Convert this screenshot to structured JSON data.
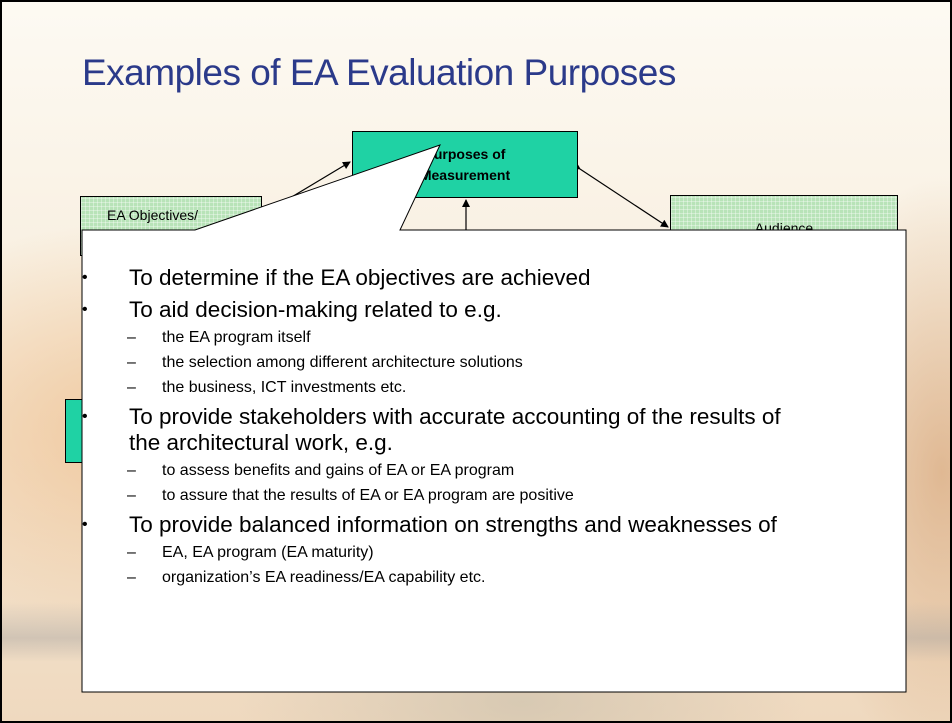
{
  "slide": {
    "title": "Examples of EA Evaluation Purposes"
  },
  "diagram": {
    "purposes_line1": "Purposes of",
    "purposes_line2": "Measurement",
    "objectives_label": "EA Objectives/",
    "audience_label": "Audience"
  },
  "callout": {
    "items": [
      {
        "text": "To determine if the EA objectives are achieved",
        "subitems": []
      },
      {
        "text": "To aid decision-making related to e.g.",
        "subitems": [
          "the EA program itself",
          "the selection among different architecture solutions",
          "the business, ICT investments etc."
        ]
      },
      {
        "text_line1": "To provide stakeholders with accurate accounting of the results of",
        "text_line2": "the architectural work, e.g.",
        "subitems": [
          "to assess benefits and gains of EA or EA program",
          "to assure that the results of EA or EA program are positive"
        ]
      },
      {
        "text": "To provide balanced information on strengths and weaknesses of",
        "subitems": [
          "EA, EA program (EA maturity)",
          "organization’s EA readiness/EA capability etc."
        ]
      }
    ],
    "bullet_symbol": "•",
    "dash_symbol": "–"
  },
  "colors": {
    "title": "#2b3a8a",
    "box_teal": "#1fd2a4",
    "box_light_green": "#b8e3b8"
  }
}
